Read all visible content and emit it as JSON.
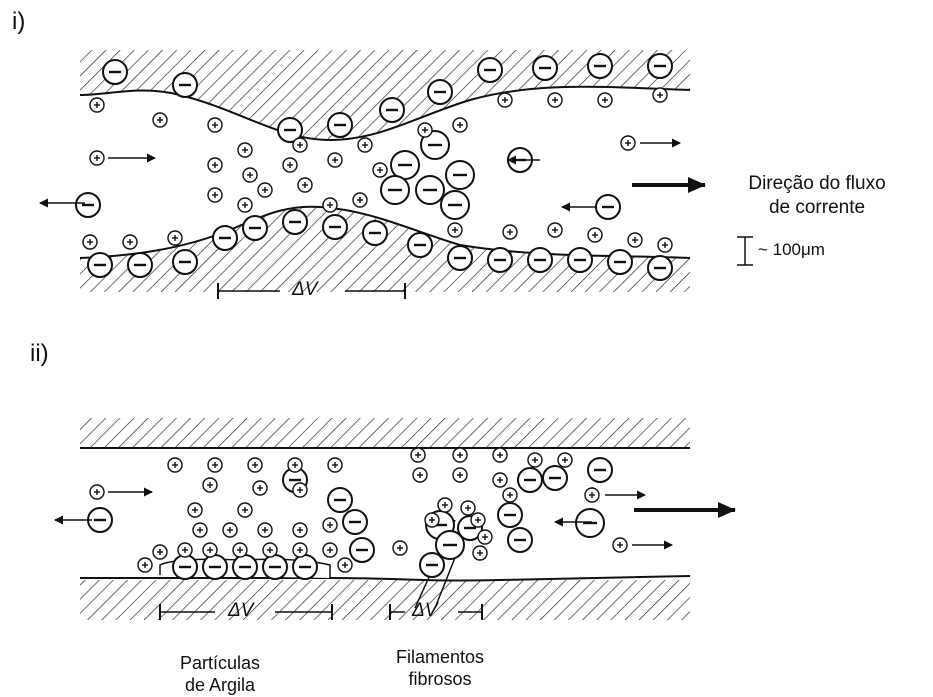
{
  "panel_i": {
    "label": "i)",
    "delta_v": "ΔV",
    "current_direction": "Direção do fluxo\nde corrente",
    "scale": "~ 100μm"
  },
  "panel_ii": {
    "label": "ii)",
    "delta_v_clay": "ΔV",
    "delta_v_fiber": "ΔV",
    "clay_caption": "Partículas\nde Argila",
    "fiber_caption": "Filamentos\nfibrosos"
  },
  "symbols": {
    "positive": "+",
    "negative": "−"
  }
}
